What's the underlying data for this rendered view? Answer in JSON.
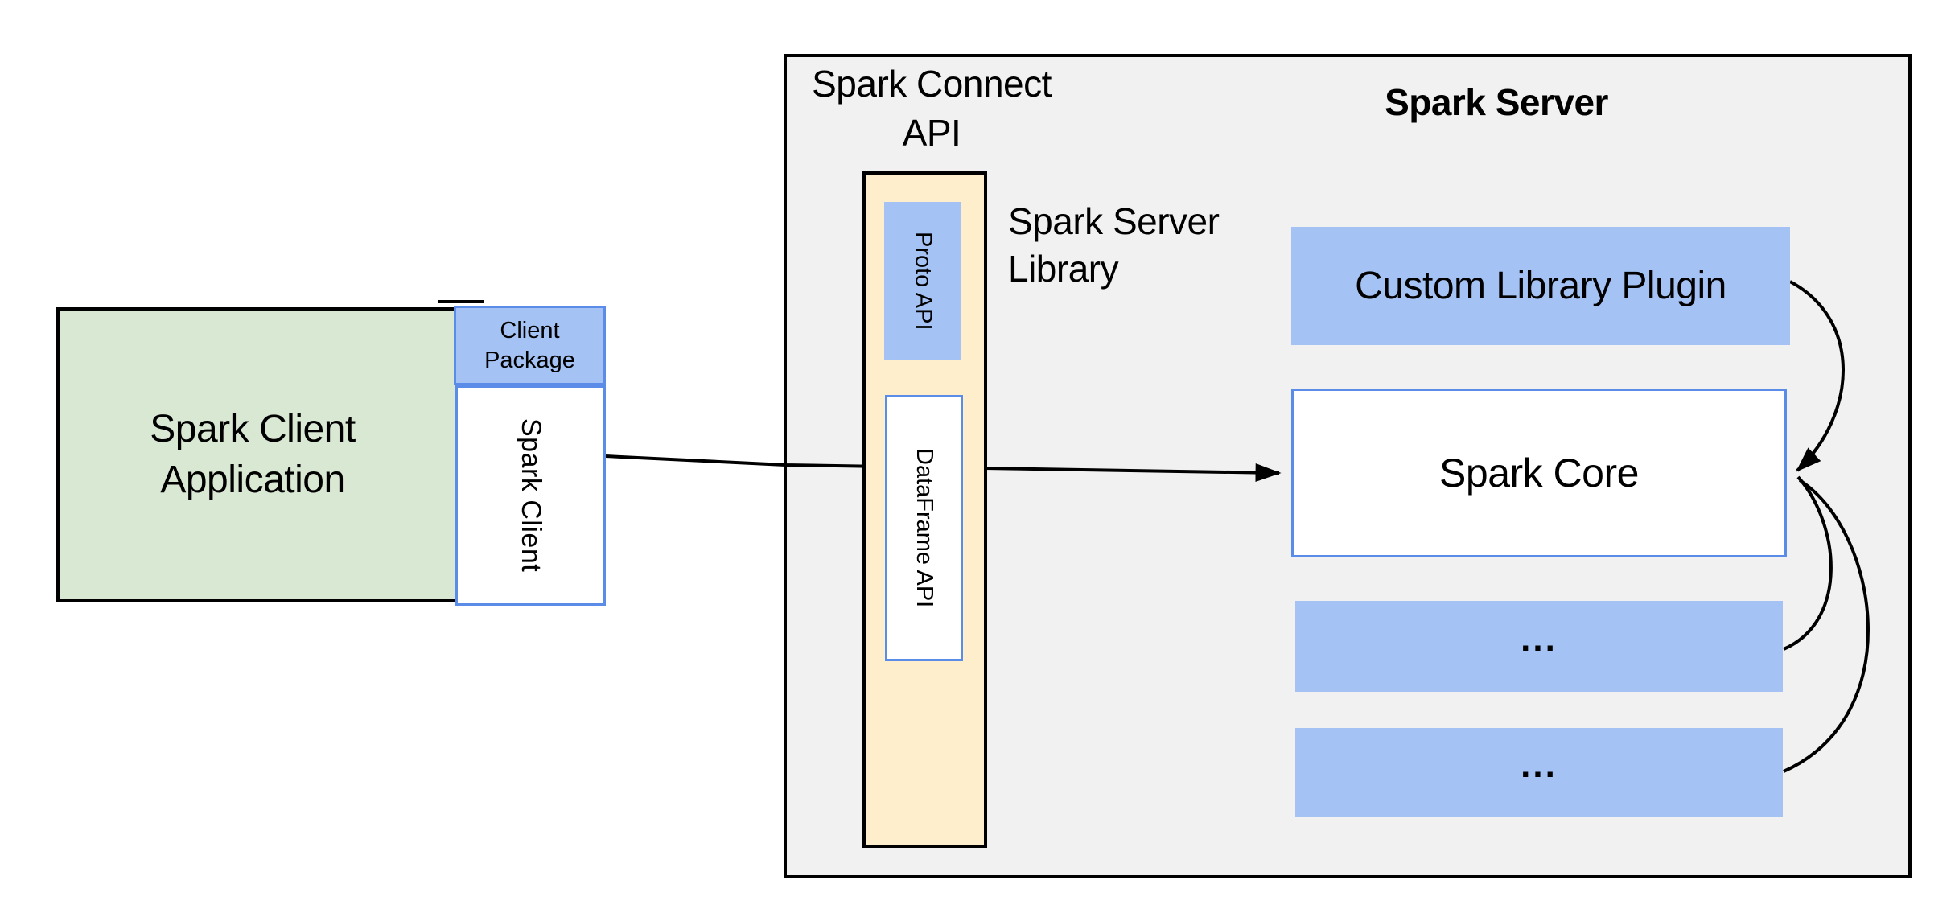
{
  "colors": {
    "page_bg": "#ffffff",
    "container_fill": "#f1f1f1",
    "container_border": "#000000",
    "green_fill": "#d9e8d3",
    "blue_fill": "#a4c2f4",
    "blue_border": "#5b8ce8",
    "yellow_fill": "#ffeecb",
    "arrow": "#000000",
    "text": "#000000"
  },
  "client_side": {
    "app_label": "Spark Client\nApplication",
    "client_package_label": "Client\nPackage",
    "spark_client_label": "Spark Client"
  },
  "connect_api": {
    "title": "Spark Connect\nAPI",
    "proto_api_label": "Proto API",
    "dataframe_api_label": "DataFrame API",
    "server_library_label": "Spark Server\nLibrary"
  },
  "server": {
    "title": "Spark Server",
    "custom_library_plugin_label": "Custom Library Plugin",
    "spark_core_label": "Spark Core",
    "plugin_placeholder_1": "...",
    "plugin_placeholder_2": "..."
  }
}
